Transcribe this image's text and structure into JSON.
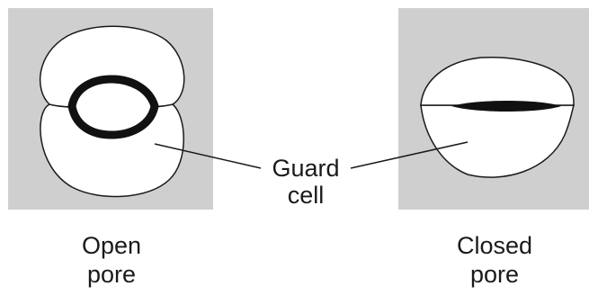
{
  "labels": {
    "guard_line1": "Guard",
    "guard_line2": "cell",
    "open_line1": "Open",
    "open_line2": "pore",
    "closed_line1": "Closed",
    "closed_line2": "pore"
  },
  "colors": {
    "panel_background": "#cfcfcf",
    "cell_fill": "#ffffff",
    "outline": "#1a1a1a",
    "pore": "#111111"
  }
}
